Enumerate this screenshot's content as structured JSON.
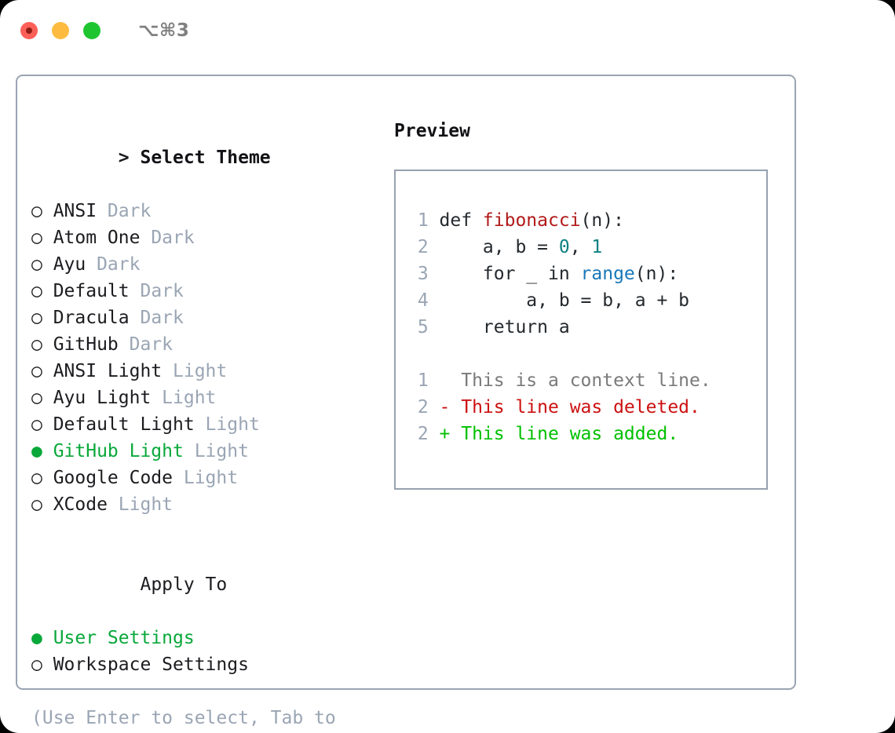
{
  "titlebar": {
    "shortcut": "⌥⌘3",
    "buttons": [
      {
        "name": "close",
        "color": "#fc6058"
      },
      {
        "name": "minimize",
        "color": "#fdbc40"
      },
      {
        "name": "zoom",
        "color": "#1fc531"
      }
    ]
  },
  "theme_picker": {
    "heading_marker": "> ",
    "heading": "Select Theme",
    "items": [
      {
        "marker": "○ ",
        "label": "ANSI",
        "variant": " Dark",
        "selected": false
      },
      {
        "marker": "○ ",
        "label": "Atom One",
        "variant": " Dark",
        "selected": false
      },
      {
        "marker": "○ ",
        "label": "Ayu",
        "variant": " Dark",
        "selected": false
      },
      {
        "marker": "○ ",
        "label": "Default",
        "variant": " Dark",
        "selected": false
      },
      {
        "marker": "○ ",
        "label": "Dracula",
        "variant": " Dark",
        "selected": false
      },
      {
        "marker": "○ ",
        "label": "GitHub",
        "variant": " Dark",
        "selected": false
      },
      {
        "marker": "○ ",
        "label": "ANSI Light",
        "variant": " Light",
        "selected": false
      },
      {
        "marker": "○ ",
        "label": "Ayu Light",
        "variant": " Light",
        "selected": false
      },
      {
        "marker": "○ ",
        "label": "Default Light",
        "variant": " Light",
        "selected": false
      },
      {
        "marker": "● ",
        "label": "GitHub Light",
        "variant": " Light",
        "selected": true
      },
      {
        "marker": "○ ",
        "label": "Google Code",
        "variant": " Light",
        "selected": false
      },
      {
        "marker": "○ ",
        "label": "XCode",
        "variant": " Light",
        "selected": false
      }
    ]
  },
  "apply_to": {
    "heading_marker": "  ",
    "heading": "Apply To",
    "items": [
      {
        "marker": "● ",
        "label": "User Settings",
        "selected": true
      },
      {
        "marker": "○ ",
        "label": "Workspace Settings",
        "selected": false
      }
    ]
  },
  "hint": "(Use Enter to select, Tab to change focus)",
  "preview": {
    "title": "Preview",
    "code_lines": [
      {
        "lineno": "1",
        "tokens": [
          {
            "text": "def ",
            "type": "plain"
          },
          {
            "text": "fibonacci",
            "type": "fn"
          },
          {
            "text": "(n):",
            "type": "plain"
          }
        ]
      },
      {
        "lineno": "2",
        "tokens": [
          {
            "text": "    a, b = ",
            "type": "plain"
          },
          {
            "text": "0",
            "type": "num"
          },
          {
            "text": ", ",
            "type": "plain"
          },
          {
            "text": "1",
            "type": "num"
          }
        ]
      },
      {
        "lineno": "3",
        "tokens": [
          {
            "text": "    for _ in ",
            "type": "plain"
          },
          {
            "text": "range",
            "type": "builtin"
          },
          {
            "text": "(n):",
            "type": "plain"
          }
        ]
      },
      {
        "lineno": "4",
        "tokens": [
          {
            "text": "        a, b = b, a + b",
            "type": "plain"
          }
        ]
      },
      {
        "lineno": "5",
        "tokens": [
          {
            "text": "    return a",
            "type": "plain"
          }
        ]
      }
    ],
    "diff_lines": [
      {
        "lineno": "1",
        "sign": "  ",
        "text": "This is a context line.",
        "kind": "context"
      },
      {
        "lineno": "2",
        "sign": "- ",
        "text": "This line was deleted.",
        "kind": "del"
      },
      {
        "lineno": "2",
        "sign": "+ ",
        "text": "This line was added.",
        "kind": "add"
      }
    ]
  },
  "colors": {
    "accent_green": "#09a83a",
    "muted": "#9aa5b4",
    "border": "#9aa4b2",
    "function": "#b11a1a",
    "number": "#0d8080",
    "builtin": "#1878b8",
    "diff_add": "#00c000",
    "diff_del": "#cc1111"
  }
}
